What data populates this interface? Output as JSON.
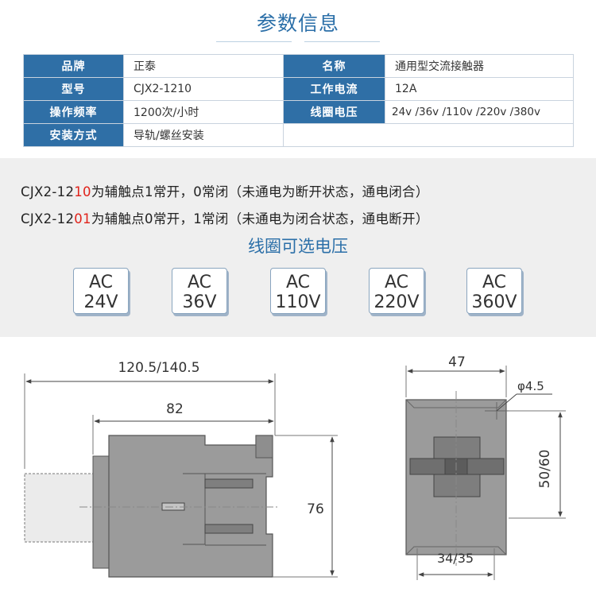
{
  "title": "参数信息",
  "params": [
    {
      "k1": "品牌",
      "v1": "正泰",
      "k2": "名称",
      "v2": "通用型交流接触器"
    },
    {
      "k1": "型号",
      "v1": "CJX2-1210",
      "k2": "工作电流",
      "v2": "12A"
    },
    {
      "k1": "操作频率",
      "v1": "1200次/小时",
      "k2": "线圈电压",
      "v2": "24v /36v /110v /220v /380v"
    },
    {
      "k1": "安装方式",
      "v1": "导轨/螺丝安装"
    }
  ],
  "notes": [
    {
      "prefix": "CJX2-12",
      "red": "10",
      "suffix": "为辅触点1常开，0常闭（未通电为断开状态，通电闭合）"
    },
    {
      "prefix": "CJX2-12",
      "red": "01",
      "suffix": "为辅触点0常开，1常闭（未通电为闭合状态，通电断开）"
    }
  ],
  "coil_title": "线圈可选电压",
  "voltages": [
    {
      "top": "AC",
      "bottom": "24V"
    },
    {
      "top": "AC",
      "bottom": "36V"
    },
    {
      "top": "AC",
      "bottom": "110V"
    },
    {
      "top": "AC",
      "bottom": "220V"
    },
    {
      "top": "AC",
      "bottom": "360V"
    }
  ],
  "dimensions": {
    "overall_width": "120.5/140.5",
    "body_width": "82",
    "height": "76",
    "front_width": "47",
    "hole": "φ4.5",
    "front_height": "50/60",
    "rail_width": "34/35"
  },
  "colors": {
    "accent": "#2f6fa6",
    "title": "#2b6fa8",
    "highlight": "#e0231b",
    "body": "#9b9b9b"
  }
}
